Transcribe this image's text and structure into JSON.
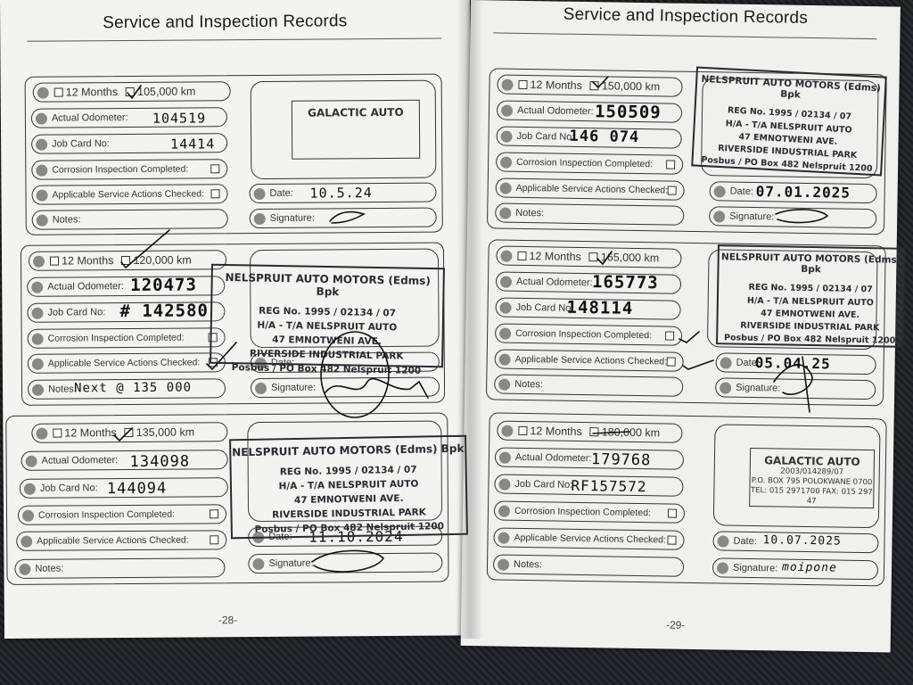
{
  "left_page": {
    "title": "Service and Inspection Records",
    "page_number": "-28-",
    "records": [
      {
        "months_label": "12 Months",
        "km_label": "105,000 km",
        "odometer_label": "Actual Odometer:",
        "odometer_value": "104519",
        "jobcard_label": "Job Card No:",
        "jobcard_value": "14414",
        "corrosion_label": "Corrosion Inspection Completed:",
        "service_label": "Applicable Service Actions Checked:",
        "notes_label": "Notes:",
        "notes_value": "",
        "date_label": "Date:",
        "date_value": "10.5.24",
        "signature_label": "Signature:",
        "stamp_name": "GALACTIC AUTO"
      },
      {
        "months_label": "12 Months",
        "km_label": "120,000 km",
        "odometer_label": "Actual Odometer:",
        "odometer_value": "120473",
        "jobcard_label": "Job Card No:",
        "jobcard_value": "# 142580",
        "corrosion_label": "Corrosion Inspection Completed:",
        "service_label": "Applicable Service Actions Checked:",
        "notes_label": "Notes:",
        "notes_value": "Next @ 135 000",
        "date_label": "Date:",
        "date_value": "",
        "signature_label": "Signature:"
      },
      {
        "months_label": "12 Months",
        "km_label": "135,000 km",
        "odometer_label": "Actual Odometer:",
        "odometer_value": "134098",
        "jobcard_label": "Job Card No:",
        "jobcard_value": "144094",
        "corrosion_label": "Corrosion Inspection Completed:",
        "service_label": "Applicable Service Actions Checked:",
        "notes_label": "Notes:",
        "notes_value": "",
        "date_label": "Date:",
        "date_value": "11.10.2024",
        "signature_label": "Signature:"
      }
    ]
  },
  "right_page": {
    "title": "Service and Inspection Records",
    "page_number": "-29-",
    "records": [
      {
        "months_label": "12 Months",
        "km_label": "150,000 km",
        "odometer_label": "Actual Odometer:",
        "odometer_value": "150509",
        "jobcard_label": "Job Card No:",
        "jobcard_value": "146 074",
        "corrosion_label": "Corrosion Inspection Completed:",
        "service_label": "Applicable Service Actions Checked:",
        "notes_label": "Notes:",
        "notes_value": "",
        "date_label": "Date:",
        "date_value": "07.01.2025",
        "signature_label": "Signature:"
      },
      {
        "months_label": "12 Months",
        "km_label": "165,000 km",
        "odometer_label": "Actual Odometer:",
        "odometer_value": "165773",
        "jobcard_label": "Job Card No:",
        "jobcard_value": "148114",
        "corrosion_label": "Corrosion Inspection Completed:",
        "service_label": "Applicable Service Actions Checked:",
        "notes_label": "Notes:",
        "notes_value": "",
        "date_label": "Date:",
        "date_value": "05.04.25",
        "signature_label": "Signature:"
      },
      {
        "months_label": "12 Months",
        "km_label": "180,000 km",
        "odometer_label": "Actual Odometer:",
        "odometer_value": "179768",
        "jobcard_label": "Job Card No:",
        "jobcard_value": "RF157572",
        "corrosion_label": "Corrosion Inspection Completed:",
        "service_label": "Applicable Service Actions Checked:",
        "notes_label": "Notes:",
        "notes_value": "",
        "date_label": "Date:",
        "date_value": "10.07.2025",
        "signature_label": "Signature:",
        "signature_value": "moipone"
      }
    ]
  },
  "nelspruit_stamp": {
    "name": "NELSPRUIT AUTO MOTORS (Edms) Bpk",
    "reg": "REG No. 1995 / 02134 / 07",
    "trading": "H/A - T/A NELSPRUIT AUTO",
    "street": "47 EMNOTWENI AVE.",
    "area": "RIVERSIDE INDUSTRIAL PARK",
    "box": "Posbus / PO Box 482 Nelspruit 1200"
  },
  "galactic_stamp": {
    "name": "GALACTIC AUTO",
    "line1": "2003/014289/07",
    "line2": "P.O. BOX 795 POLOKWANE 0700",
    "line3": "TEL: 015 2971700 FAX: 015 297 47"
  }
}
